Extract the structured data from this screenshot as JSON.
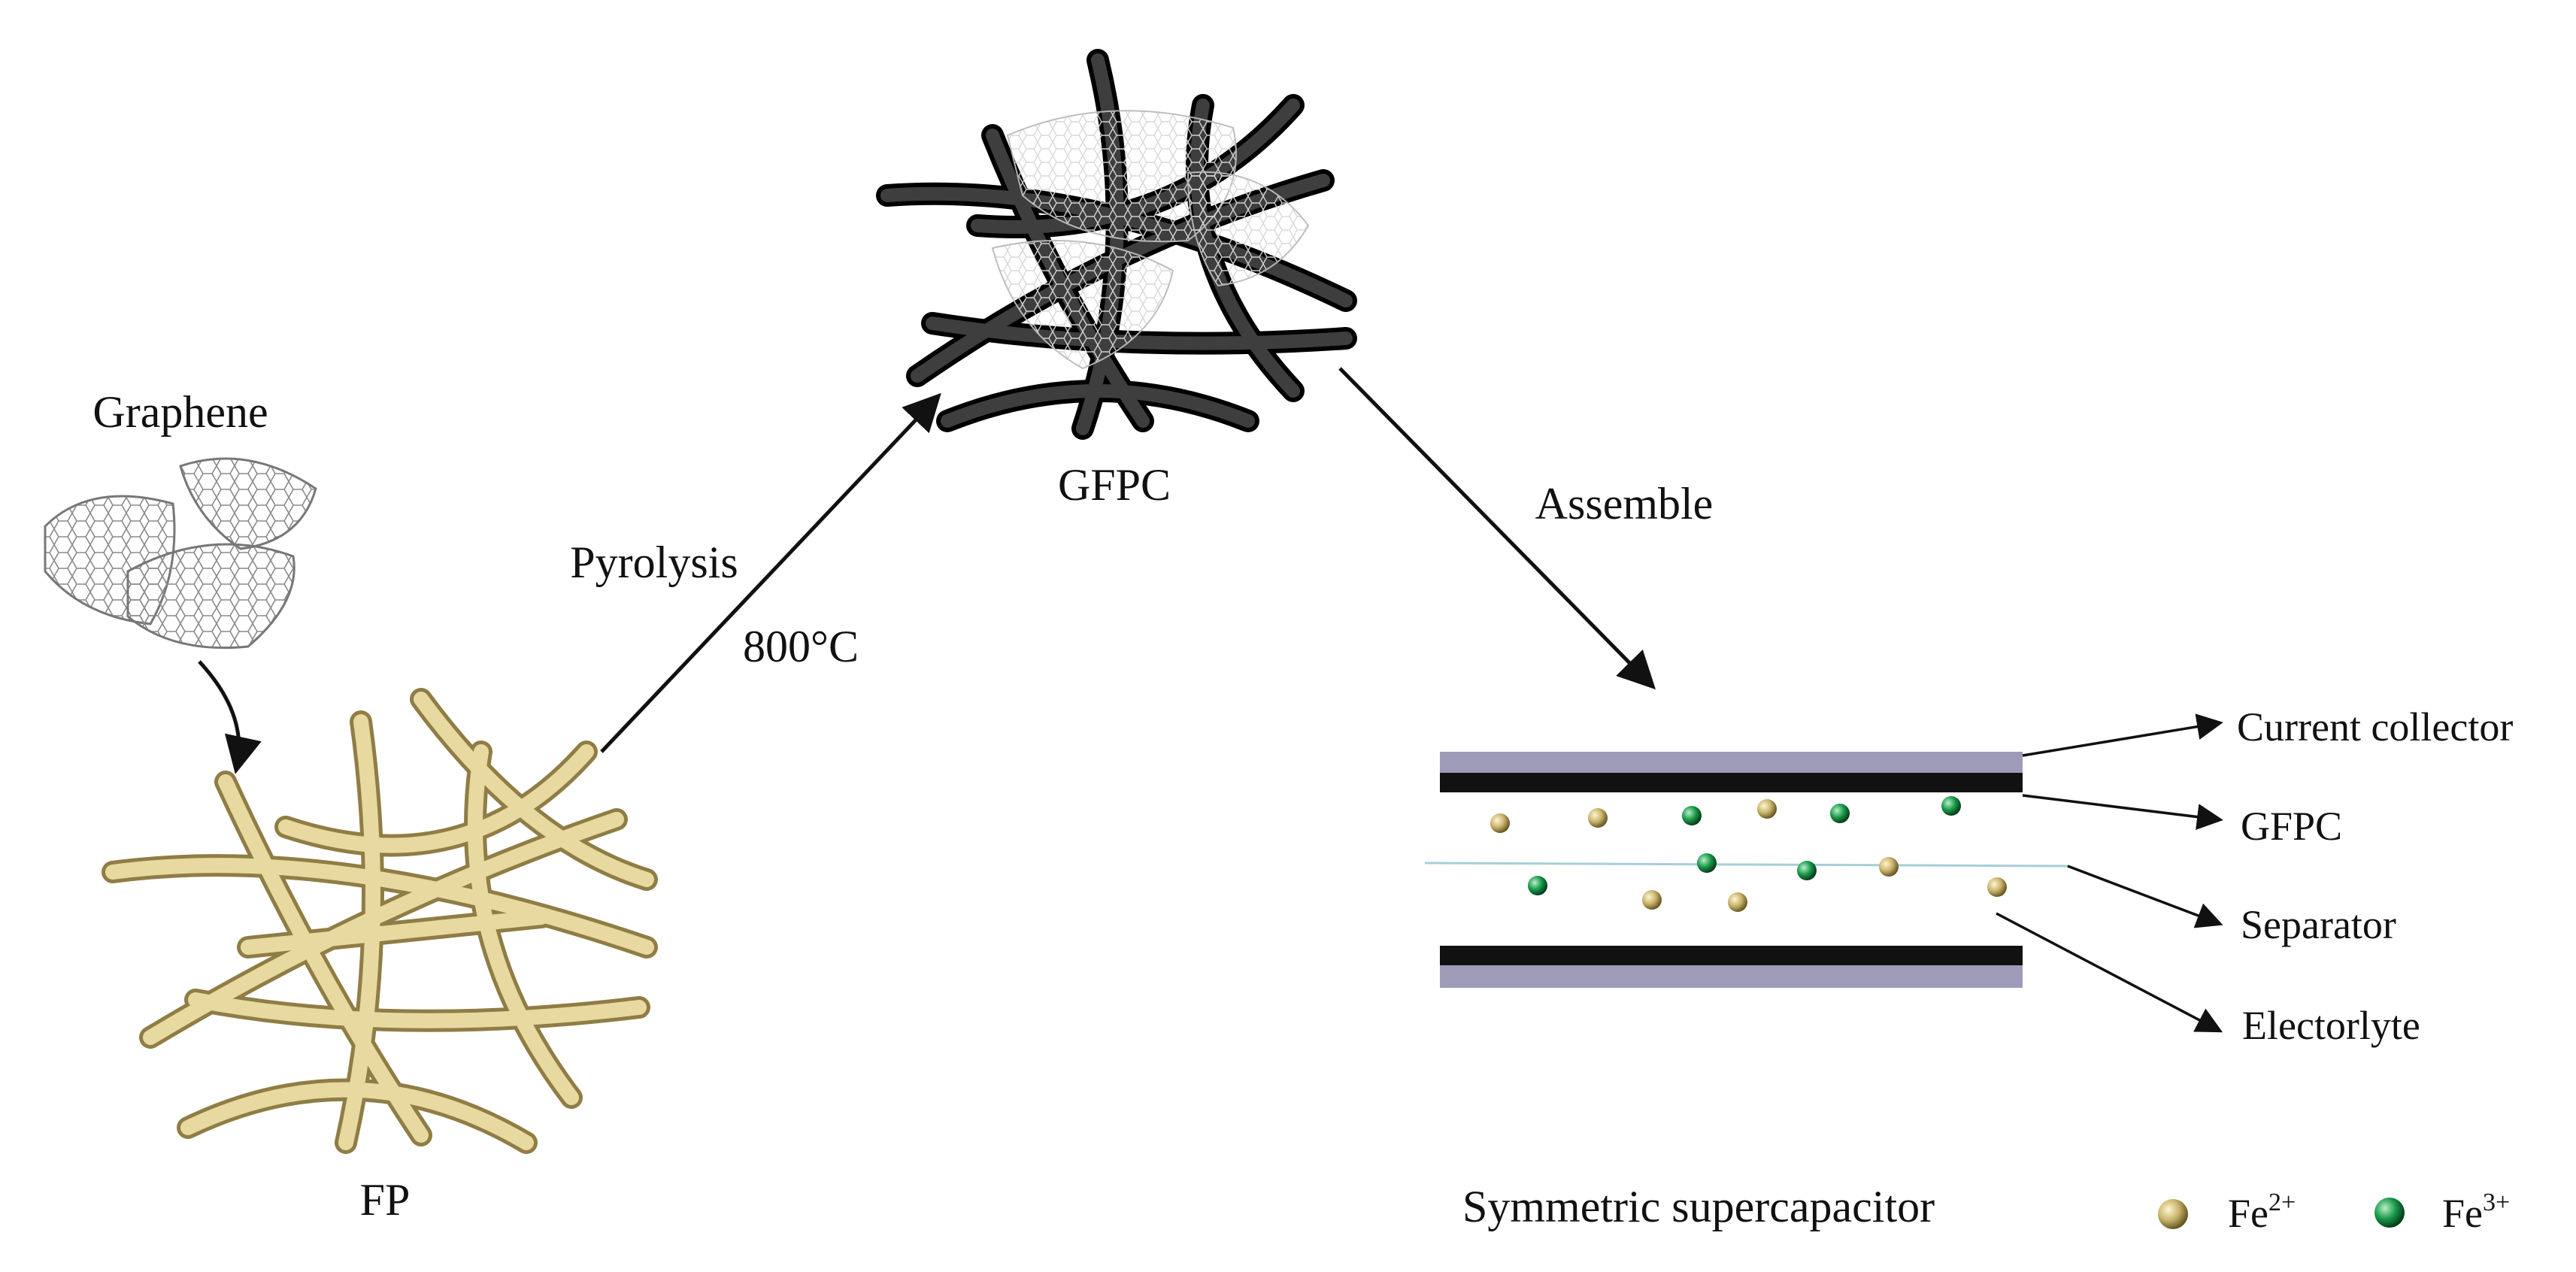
{
  "labels": {
    "graphene": "Graphene",
    "fp": "FP",
    "pyrolysis": "Pyrolysis",
    "temperature": "800°C",
    "gfpc_top": "GFPC",
    "assemble": "Assemble",
    "current_collector": "Current collector",
    "gfpc_layer": "GFPC",
    "separator": "Separator",
    "electrolyte": "Electorlyte",
    "symmetric": "Symmetric supercapacitor"
  },
  "legend": {
    "fe2_base": "Fe",
    "fe2_sup": "2+",
    "fe3_base": "Fe",
    "fe3_sup": "3+"
  },
  "colors": {
    "fiber_tan": "#e7d9a0",
    "fiber_tan_dark": "#a8955a",
    "fiber_black": "#2a2a2a",
    "collector": "#9e9bb8",
    "electrode": "#111111",
    "separator": "#a6cfd8",
    "fe2": "#c9b46c",
    "fe3": "#1a9a4a"
  },
  "icons": {
    "graphene": "graphene-sheets-icon",
    "fp": "fiber-paper-icon",
    "gfpc": "carbonized-fiber-icon"
  }
}
